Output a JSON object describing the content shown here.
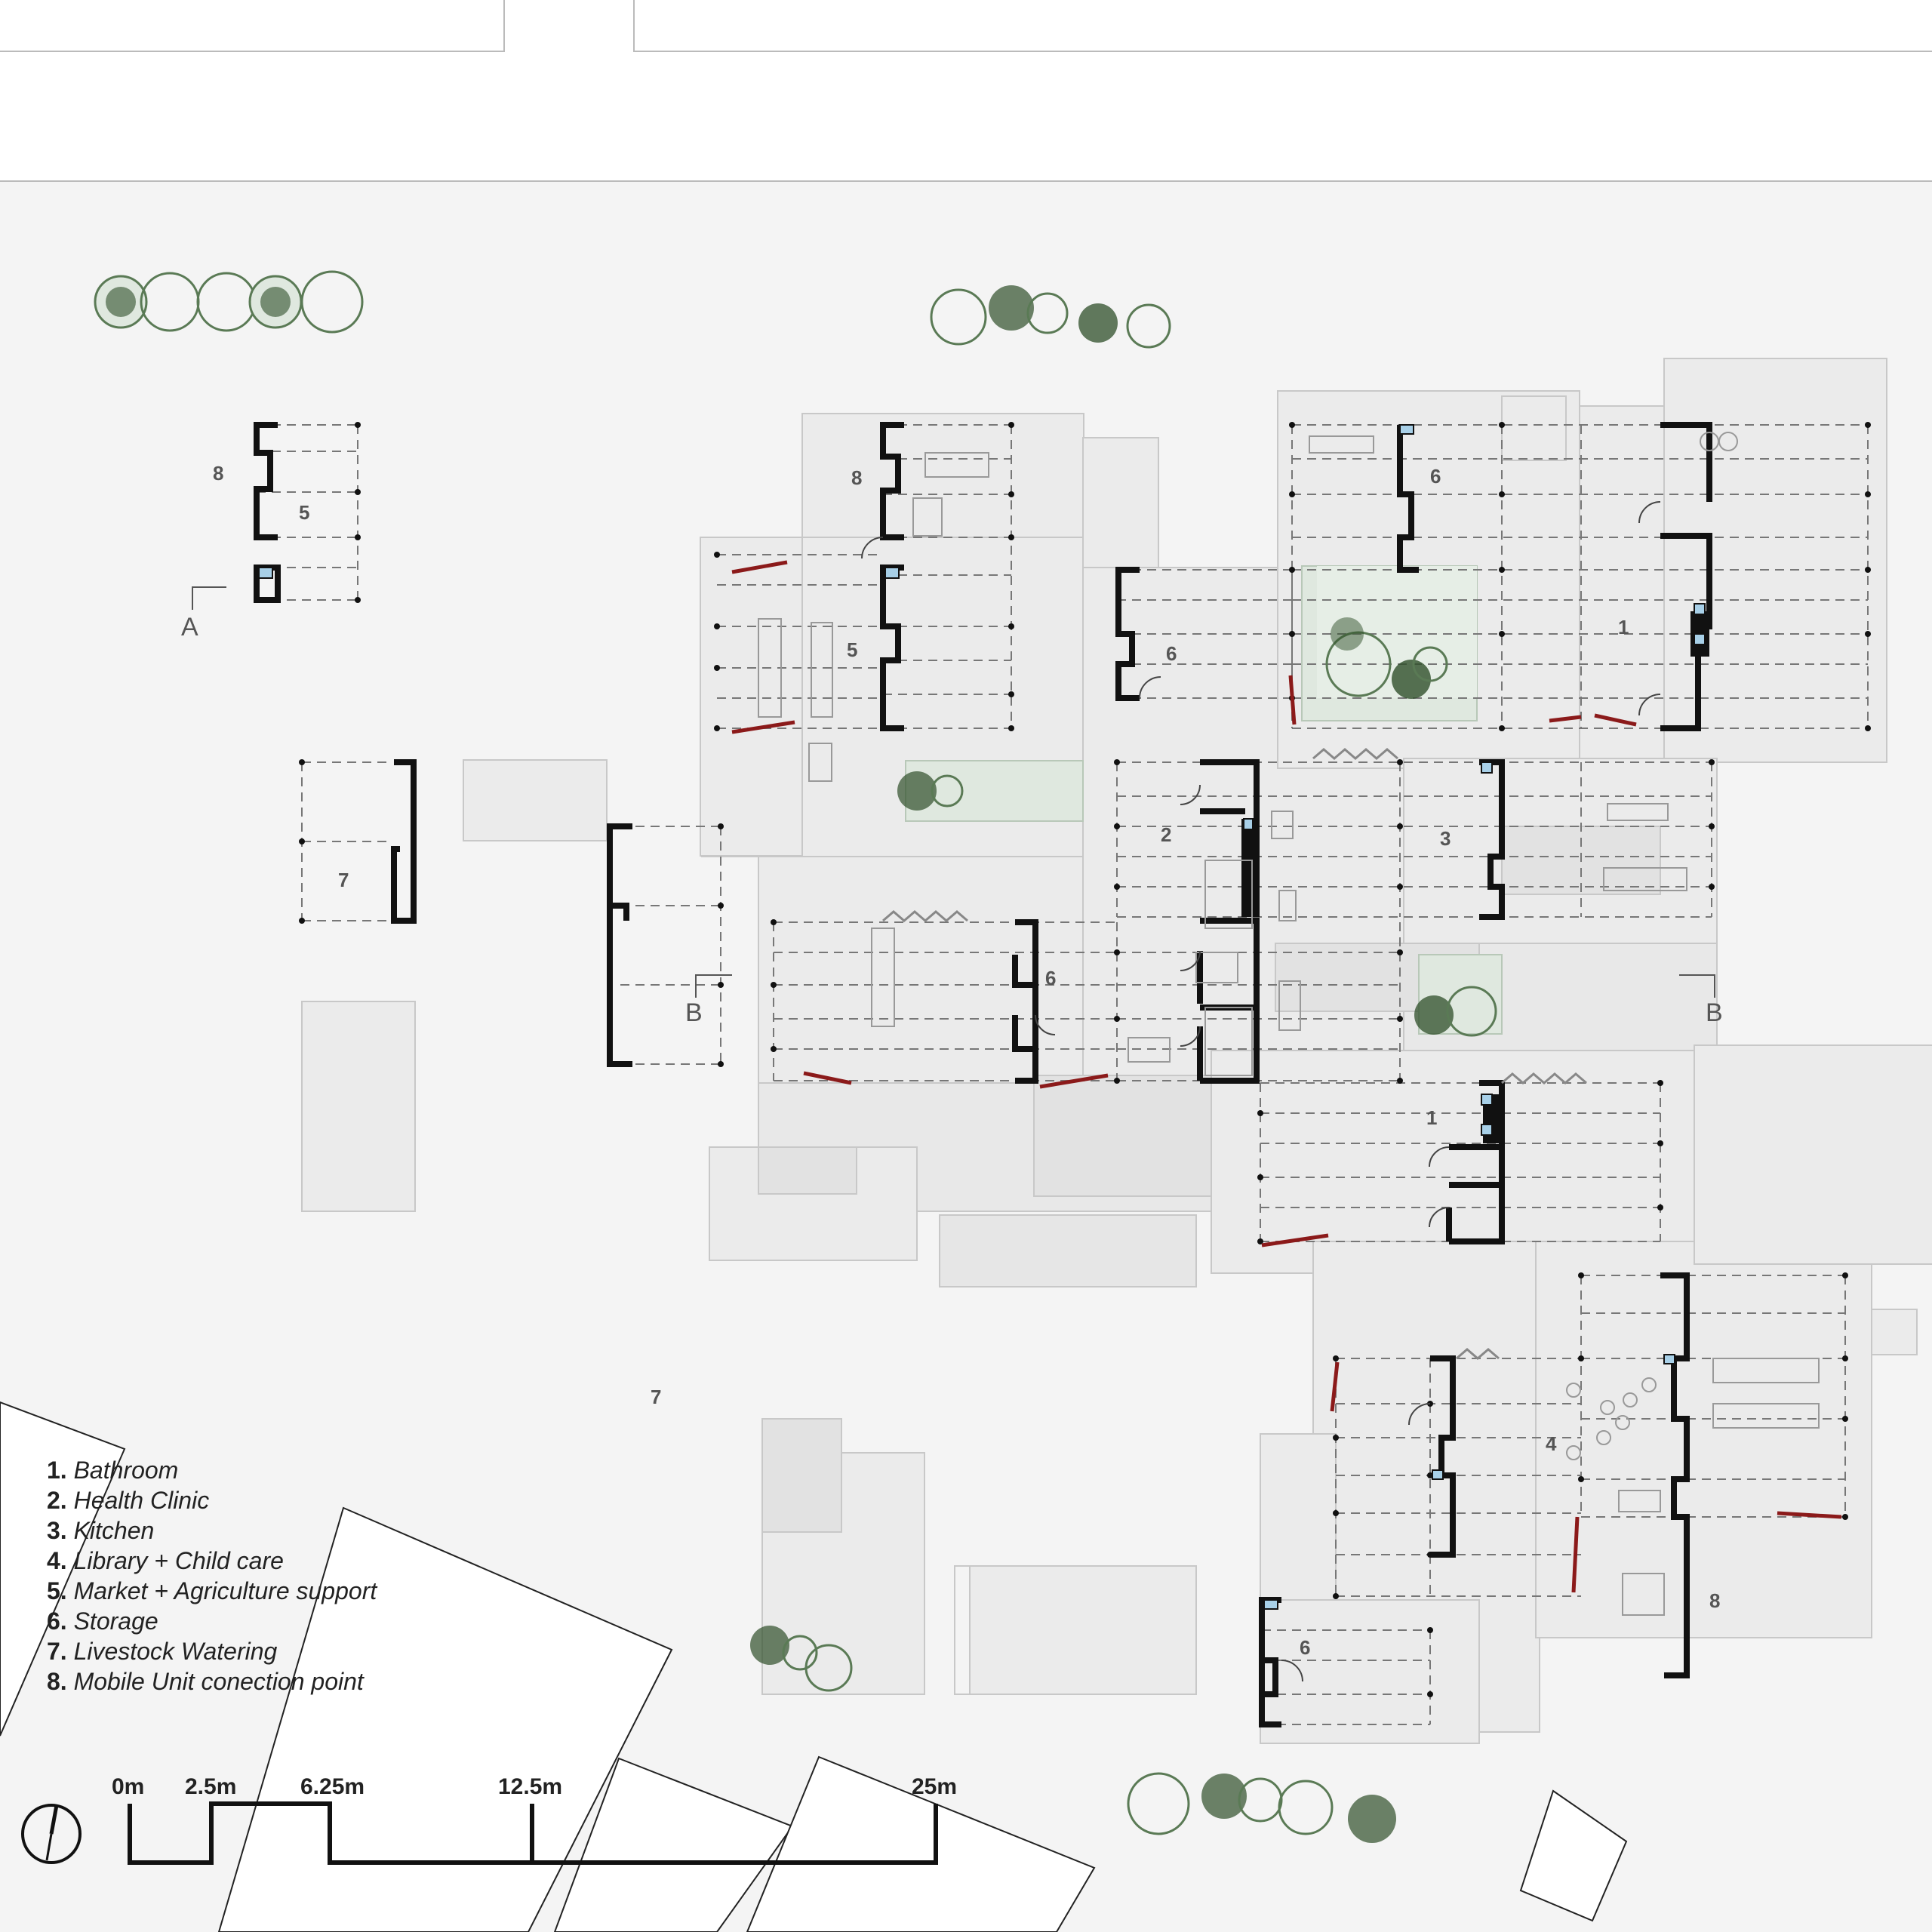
{
  "colors": {
    "background": "#f4f4f4",
    "pad": "#ebebeb",
    "pad_dark": "#e2e2e2",
    "wall": "#111111",
    "grid": "#777777",
    "courtyard": "#dfe8df",
    "tree": "#5a7a55",
    "tree_dark": "#2f4f2a",
    "accent_red": "#8b1a1a",
    "fixture_blue": "#a8d0e8"
  },
  "room_numbers": {
    "r8a": "8",
    "r5a": "5",
    "r8b": "8",
    "r5b": "5",
    "r6a": "6",
    "r6b": "6",
    "r1a": "1",
    "r7a": "7",
    "r2": "2",
    "r3": "3",
    "r6c": "6",
    "r1b": "1",
    "r7b": "7",
    "r4": "4",
    "r6d": "6",
    "r8c": "8"
  },
  "section_marks": {
    "a": "A",
    "b_left": "B",
    "b_right": "B"
  },
  "legend": [
    {
      "num": "1.",
      "label": "Bathroom"
    },
    {
      "num": "2.",
      "label": "Health Clinic"
    },
    {
      "num": "3.",
      "label": "Kitchen"
    },
    {
      "num": "4.",
      "label": "Library + Child care"
    },
    {
      "num": "5.",
      "label": "Market + Agriculture support"
    },
    {
      "num": "6.",
      "label": "Storage"
    },
    {
      "num": "7.",
      "label": "Livestock Watering"
    },
    {
      "num": "8.",
      "label": "Mobile Unit conection point"
    }
  ],
  "scale_bar": {
    "labels": [
      "0m",
      "2.5m",
      "6.25m",
      "12.5m",
      "25m"
    ]
  },
  "north_arrow_icon": "north-arrow-icon"
}
